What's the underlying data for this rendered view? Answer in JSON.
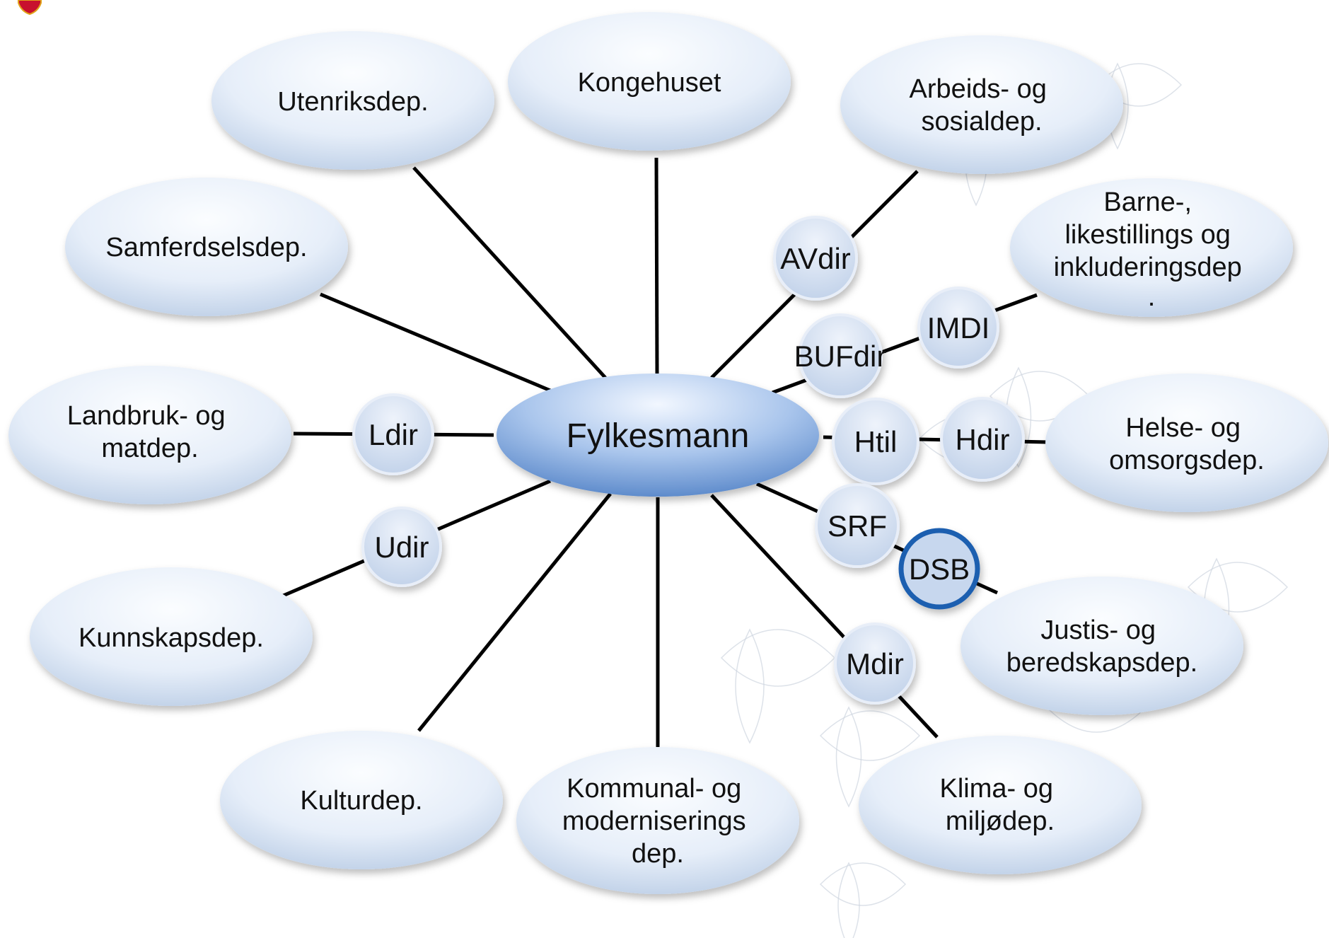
{
  "center": {
    "label": "Fylkesmann"
  },
  "departments": [
    {
      "id": "utenriksdep",
      "lines": [
        "Utenriksdep."
      ]
    },
    {
      "id": "kongehuset",
      "lines": [
        "Kongehuset"
      ]
    },
    {
      "id": "arbeids-og-sosialdep",
      "lines": [
        "Arbeids- og",
        "sosialdep."
      ]
    },
    {
      "id": "samferdselsdep",
      "lines": [
        "Samferdselsdep."
      ]
    },
    {
      "id": "barne-likestillings-og-inkluderingsdep",
      "lines": [
        "Barne-,",
        "likestillings og",
        "inkluderingsdep",
        "."
      ]
    },
    {
      "id": "landbruk-og-matdep",
      "lines": [
        "Landbruk- og",
        "matdep."
      ]
    },
    {
      "id": "helse-og-omsorgsdep",
      "lines": [
        "Helse- og",
        "omsorgsdep."
      ]
    },
    {
      "id": "kunnskapsdep",
      "lines": [
        "Kunnskapsdep."
      ]
    },
    {
      "id": "justis-og-beredskapsdep",
      "lines": [
        "Justis- og",
        "beredskapsdep."
      ]
    },
    {
      "id": "kulturdep",
      "lines": [
        "Kulturdep."
      ]
    },
    {
      "id": "kommunal-og-moderniseringsdep",
      "lines": [
        "Kommunal- og",
        "moderniserings",
        "dep."
      ]
    },
    {
      "id": "klima-og-miljodep",
      "lines": [
        "Klima- og",
        "miljødep."
      ]
    }
  ],
  "directorates": [
    {
      "id": "avdir",
      "label": "AVdir"
    },
    {
      "id": "buf-dir",
      "label": "BUFdir"
    },
    {
      "id": "imdi",
      "label": "IMDI"
    },
    {
      "id": "ldir",
      "label": "Ldir"
    },
    {
      "id": "htil",
      "label": "Htil"
    },
    {
      "id": "hdir",
      "label": "Hdir"
    },
    {
      "id": "udir",
      "label": "Udir"
    },
    {
      "id": "srf",
      "label": "SRF"
    },
    {
      "id": "dsb",
      "label": "DSB",
      "highlighted": true
    },
    {
      "id": "mdir",
      "label": "Mdir"
    }
  ],
  "colors": {
    "ellipse_light": "#f4f7fc",
    "ellipse_dark": "#b9cbe4",
    "center_light": "#e6efff",
    "center_dark": "#6e9ad4",
    "circle_fill": "#d6e2f3",
    "highlight_stroke": "#1f5fb0",
    "edge": "#000000"
  }
}
